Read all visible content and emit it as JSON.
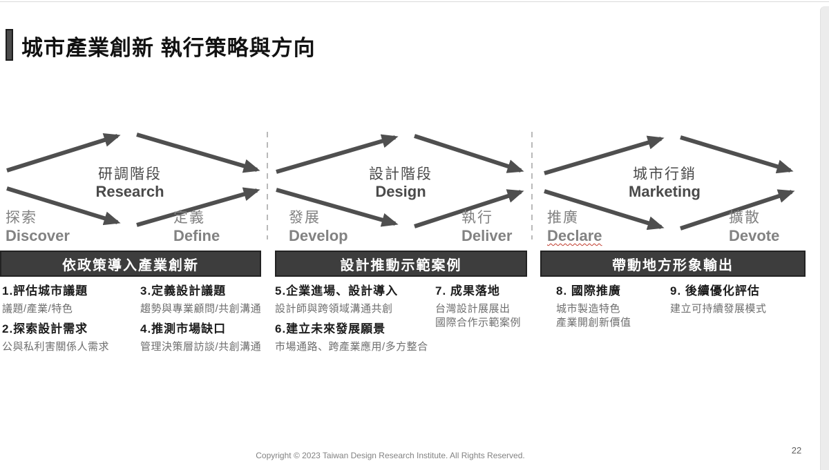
{
  "page": {
    "title": "城市產業創新 執行策略與方向",
    "footer": "Copyright © 2023 Taiwan Design Research Institute. All Rights Reserved.",
    "page_number": "22"
  },
  "colors": {
    "banner_bg": "#3d3d3d",
    "arrow": "#4f4f4f",
    "stage_label": "#828282",
    "spellcheck_underline": "#c0392b"
  },
  "diagram": {
    "type": "double-diamond-process",
    "phases": [
      {
        "name_zh": "研調階段",
        "name_en": "Research",
        "start_zh": "探索",
        "start_en": "Discover",
        "end_zh": "定義",
        "end_en": "Define"
      },
      {
        "name_zh": "設計階段",
        "name_en": "Design",
        "start_zh": "發展",
        "start_en": "Develop",
        "end_zh": "執行",
        "end_en": "Deliver"
      },
      {
        "name_zh": "城市行銷",
        "name_en": "Marketing",
        "start_zh": "推廣",
        "start_en": "Declare",
        "end_zh": "擴散",
        "end_en": "Devote"
      }
    ]
  },
  "banners": [
    {
      "label": "依政策導入產業創新"
    },
    {
      "label": "設計推動示範案例"
    },
    {
      "label": "帶動地方形象輸出"
    }
  ],
  "items": [
    {
      "title": "1.評估城市議題",
      "subs": [
        "議題/產業/特色"
      ]
    },
    {
      "title": "2.探索設計需求",
      "subs": [
        "公與私利害關係人需求"
      ]
    },
    {
      "title": "3.定義設計議題",
      "subs": [
        "趨勢與專業顧問/共創溝通"
      ]
    },
    {
      "title": "4.推測市場缺口",
      "subs": [
        "管理決策層訪談/共創溝通"
      ]
    },
    {
      "title": "5.企業進場、設計導入",
      "subs": [
        "設計師與跨領域溝通共創"
      ]
    },
    {
      "title": "6.建立未來發展願景",
      "subs": [
        "市場通路、跨產業應用/多方整合"
      ]
    },
    {
      "title": "7. 成果落地",
      "subs": [
        "台灣設計展展出",
        "國際合作示範案例"
      ]
    },
    {
      "title": "8. 國際推廣",
      "subs": [
        "城市製造特色",
        "產業開創新價值"
      ]
    },
    {
      "title": "9. 後續優化評估",
      "subs": [
        "建立可持續發展模式"
      ]
    }
  ]
}
